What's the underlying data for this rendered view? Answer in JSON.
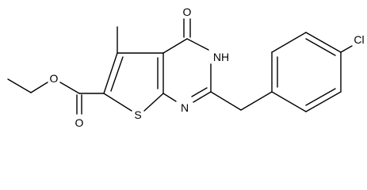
{
  "atoms": {
    "carbonyl_oxygen": "O",
    "nh": "NH",
    "ring_nitrogen": "N",
    "sulfur": "S",
    "chlorine": "Cl",
    "ester_oxygen_single": "O",
    "ester_oxygen_double": "O"
  }
}
